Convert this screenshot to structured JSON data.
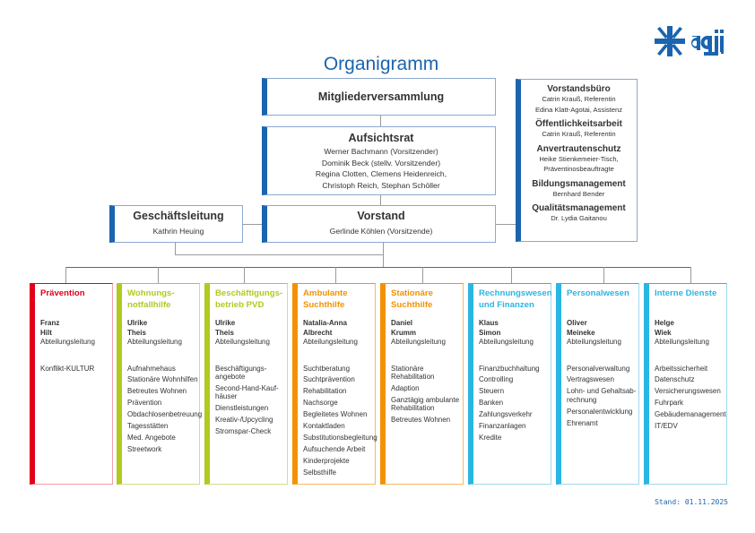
{
  "logo": {
    "icon": "caritas-cross-icon",
    "text": "agj",
    "color": "#1a64b0"
  },
  "title": "Organigramm",
  "mitgliederversammlung": {
    "title": "Mitgliederversammlung"
  },
  "aufsichtsrat": {
    "title": "Aufsichtsrat",
    "lines": [
      "Werner Bachmann (Vorsitzender)",
      "Dominik Beck (stellv. Vorsitzender)",
      "Regina Clotten, Clemens Heidenreich,",
      "Christoph Reich, Stephan Schöller"
    ]
  },
  "geschaeftsleitung": {
    "title": "Geschäftsleitung",
    "name": "Kathrin Heuing"
  },
  "vorstand": {
    "title": "Vorstand",
    "name": "Gerlinde Köhlen (Vorsitzende)"
  },
  "staff": [
    {
      "title": "Vorstandsbüro",
      "lines": [
        "Catrin Krauß, Referentin",
        "Edina Klatt-Agotai, Assistenz"
      ]
    },
    {
      "title": "Öffentlichkeitsarbeit",
      "lines": [
        "Catrin Krauß, Referentin"
      ]
    },
    {
      "title": "Anvertrautenschutz",
      "lines": [
        "Heike Stienkemeier-Tisch,",
        "Präventinosbeauftragte"
      ]
    },
    {
      "title": "Bildungsmanagement",
      "lines": [
        "Bernhard Bender"
      ]
    },
    {
      "title": "Qualitätsmanagement",
      "lines": [
        "Dr. Lydia Gaitanou"
      ]
    }
  ],
  "departments": [
    {
      "title": "Prävention",
      "color": "#e2001a",
      "light": "#f0a0a8",
      "first": "Franz",
      "last": "Hilt",
      "role": "Abteilungsleitung",
      "items": [
        "Konflikt-KULTUR"
      ]
    },
    {
      "title": "Wohnungs-notfallhilfe",
      "color": "#b2c91e",
      "light": "#cfe08a",
      "first": "Ulrike",
      "last": "Theis",
      "role": "Abteilungsleitung",
      "items": [
        "Aufnahmehaus",
        "Stationäre Wohnhilfen",
        "Betreutes Wohnen",
        "Prävention",
        "Obdachlosenbetreuung",
        "Tagesstätten",
        "Med. Angebote",
        "Streetwork"
      ]
    },
    {
      "title": "Beschäftigungs-betrieb PVD",
      "color": "#b2c91e",
      "light": "#cfe08a",
      "first": "Ulrike",
      "last": "Theis",
      "role": "Abteilungsleitung",
      "items": [
        "Beschäftigungs-angebote",
        "Second-Hand-Kauf-häuser",
        "Dienstleistungen",
        "Kreativ-/Upcycling",
        "Stromspar-Check"
      ]
    },
    {
      "title": "Ambulante Suchthilfe",
      "color": "#f39200",
      "light": "#f6b860",
      "first": "Natalia-Anna",
      "last": "Albrecht",
      "role": "Abteilungsleitung",
      "items": [
        "Suchtberatung",
        "Suchtprävention",
        "Rehabilitation",
        "Nachsorge",
        "Begleitetes Wohnen",
        "Kontaktladen",
        "Substitutionsbegleitung",
        "Aufsuchende Arbeit",
        "Kinderprojekte",
        "Selbsthilfe"
      ]
    },
    {
      "title": "Stationäre Suchthilfe",
      "color": "#f39200",
      "light": "#f6b860",
      "first": "Daniel",
      "last": "Krumm",
      "role": "Abteilungsleitung",
      "items": [
        "Stationäre Rehabilitation",
        "Adaption",
        "Ganztägig ambulante Rehabilitation",
        "Betreutes Wohnen"
      ]
    },
    {
      "title": "Rechnungswesen und Finanzen",
      "color": "#29b6e3",
      "light": "#9fd8ef",
      "first": "Klaus",
      "last": "Simon",
      "role": "Abteilungsleitung",
      "items": [
        "Finanzbuchhaltung",
        "Controlling",
        "Steuern",
        "Banken",
        "Zahlungsverkehr",
        "Finanzanlagen",
        "Kredite"
      ]
    },
    {
      "title": "Personalwesen",
      "color": "#29b6e3",
      "light": "#9fd8ef",
      "first": "Oliver",
      "last": "Meineke",
      "role": "Abteilungsleitung",
      "items": [
        "Personalverwaltung",
        "Vertragswesen",
        "Lohn- und Gehaltsab-rechnung",
        "Personalentwicklung",
        "Ehrenamt"
      ]
    },
    {
      "title": "Interne Dienste",
      "color": "#29b6e3",
      "light": "#9fd8ef",
      "first": "Helge",
      "last": "Wiek",
      "role": "Abteilungsleitung",
      "items": [
        "Arbeitssicherheit",
        "Datenschutz",
        "Versicherungswesen",
        "Fuhrpark",
        "Gebäudemanagement",
        "IT/EDV"
      ]
    }
  ],
  "footer": {
    "stand": "Stand: 01.11.2025"
  }
}
